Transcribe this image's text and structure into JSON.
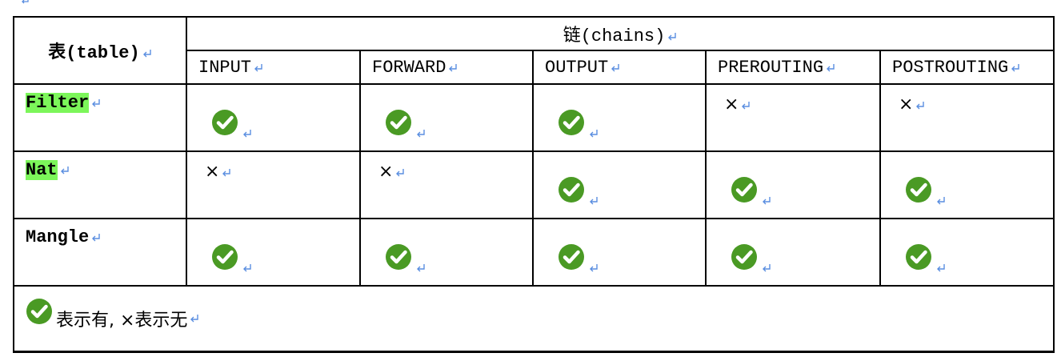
{
  "table": {
    "table_header": "表(table)",
    "chains_header": "链(chains)",
    "chains": [
      "INPUT",
      "FORWARD",
      "OUTPUT",
      "PREROUTING",
      "POSTROUTING"
    ],
    "rows": [
      {
        "label": "Filter",
        "highlighted": true,
        "cells": [
          "yes",
          "yes",
          "yes",
          "no",
          "no"
        ]
      },
      {
        "label": "Nat",
        "highlighted": true,
        "cells": [
          "no",
          "no",
          "yes",
          "yes",
          "yes"
        ]
      },
      {
        "label": "Mangle",
        "highlighted": false,
        "cells": [
          "yes",
          "yes",
          "yes",
          "yes",
          "yes"
        ]
      }
    ],
    "cross_symbol": "×",
    "legend_text": "表示有, ×表示无"
  },
  "colors": {
    "highlight": "#7cf65a",
    "check_green": "#4a9a24",
    "paragraph_mark": "#5a8ee0"
  }
}
